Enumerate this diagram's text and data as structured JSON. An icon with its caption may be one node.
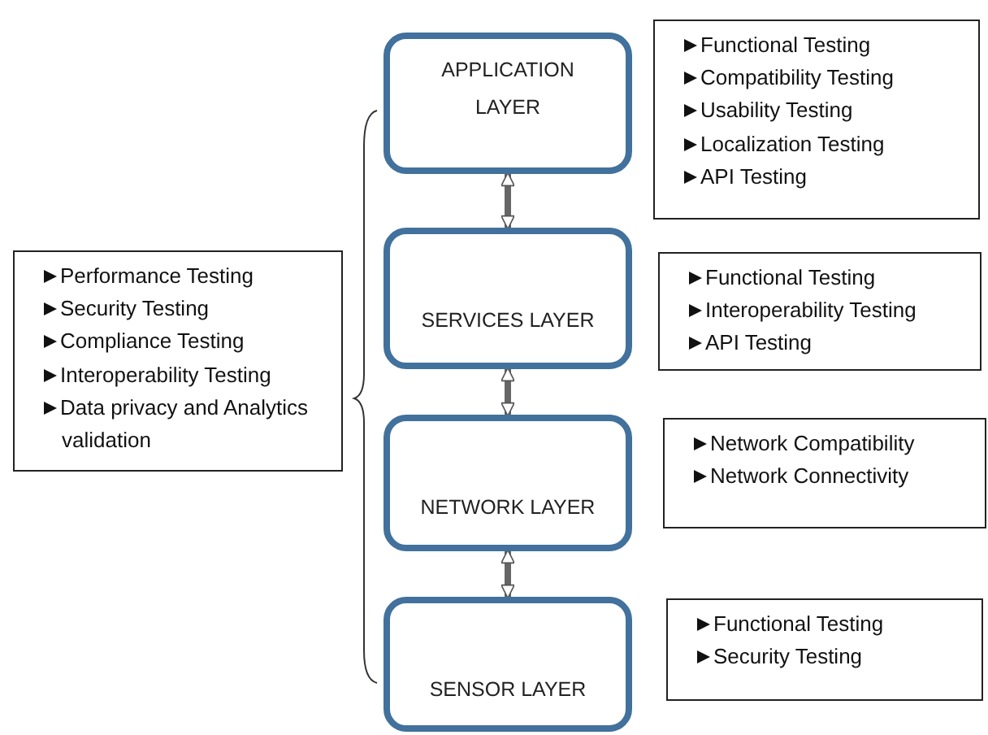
{
  "diagram": {
    "nodes": [
      {
        "text": [
          "APPLICATION LAYER"
        ]
      },
      {
        "text": [
          "Functional Testing",
          "Compatibility Testing",
          "Usability Testing",
          "Localization Testing",
          "API Testing"
        ]
      },
      {
        "text": [
          "SERVICES LAYER"
        ]
      },
      {
        "text": [
          "Functional Testing",
          "Interoperability Testing",
          "API Testing"
        ]
      },
      {
        "text": [
          "Performance Testing",
          "Security Testing",
          "Compliance Testing",
          "Interoperability Testing",
          "Data privacy and Analytics validation"
        ]
      },
      {
        "text": [
          "NETWORK LAYER"
        ]
      },
      {
        "text": [
          "Network Compatibility",
          "Network Connectivity"
        ]
      },
      {
        "text": [
          "SENSOR LAYER"
        ]
      },
      {
        "text": [
          "Functional Testing",
          "Security Testing"
        ]
      }
    ],
    "edges": [
      {
        "from": 0,
        "to": 2,
        "arrow": "both"
      },
      {
        "from": 2,
        "to": 5,
        "arrow": "both"
      },
      {
        "from": 5,
        "to": 7,
        "arrow": "both"
      }
    ]
  }
}
